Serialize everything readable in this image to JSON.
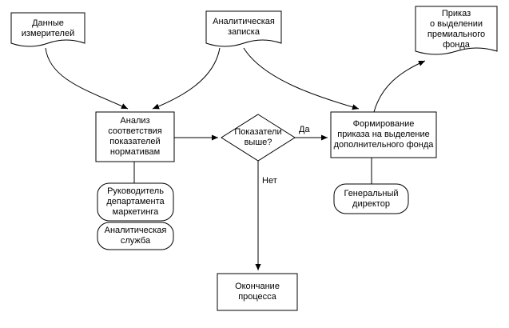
{
  "diagram": {
    "documents": {
      "meter_data": {
        "label": "Данные\nизмерителей"
      },
      "analytical_note": {
        "label": "Аналитическая\nзаписка"
      },
      "bonus_order": {
        "label": "Приказ\nо выделении\nпремиального\nфонда"
      }
    },
    "processes": {
      "analysis": {
        "label": "Анализ\nсоответствия\nпоказателей\nнормативам"
      },
      "formation": {
        "label": "Формирование\nприказа на выделение\nдополнительного фонда"
      },
      "end": {
        "label": "Окончание\nпроцесса"
      }
    },
    "decision": {
      "label": "Показатели\nвыше?",
      "yes_label": "Да",
      "no_label": "Нет"
    },
    "roles": {
      "marketing_head": {
        "label": "Руководитель\nдепартамента\nмаркетинга"
      },
      "analytical_service": {
        "label": "Аналитическая\nслужба"
      },
      "general_director": {
        "label": "Генеральный\nдиректор"
      }
    },
    "colors": {
      "stroke": "#000000",
      "fill": "#ffffff",
      "text": "#000000"
    }
  }
}
